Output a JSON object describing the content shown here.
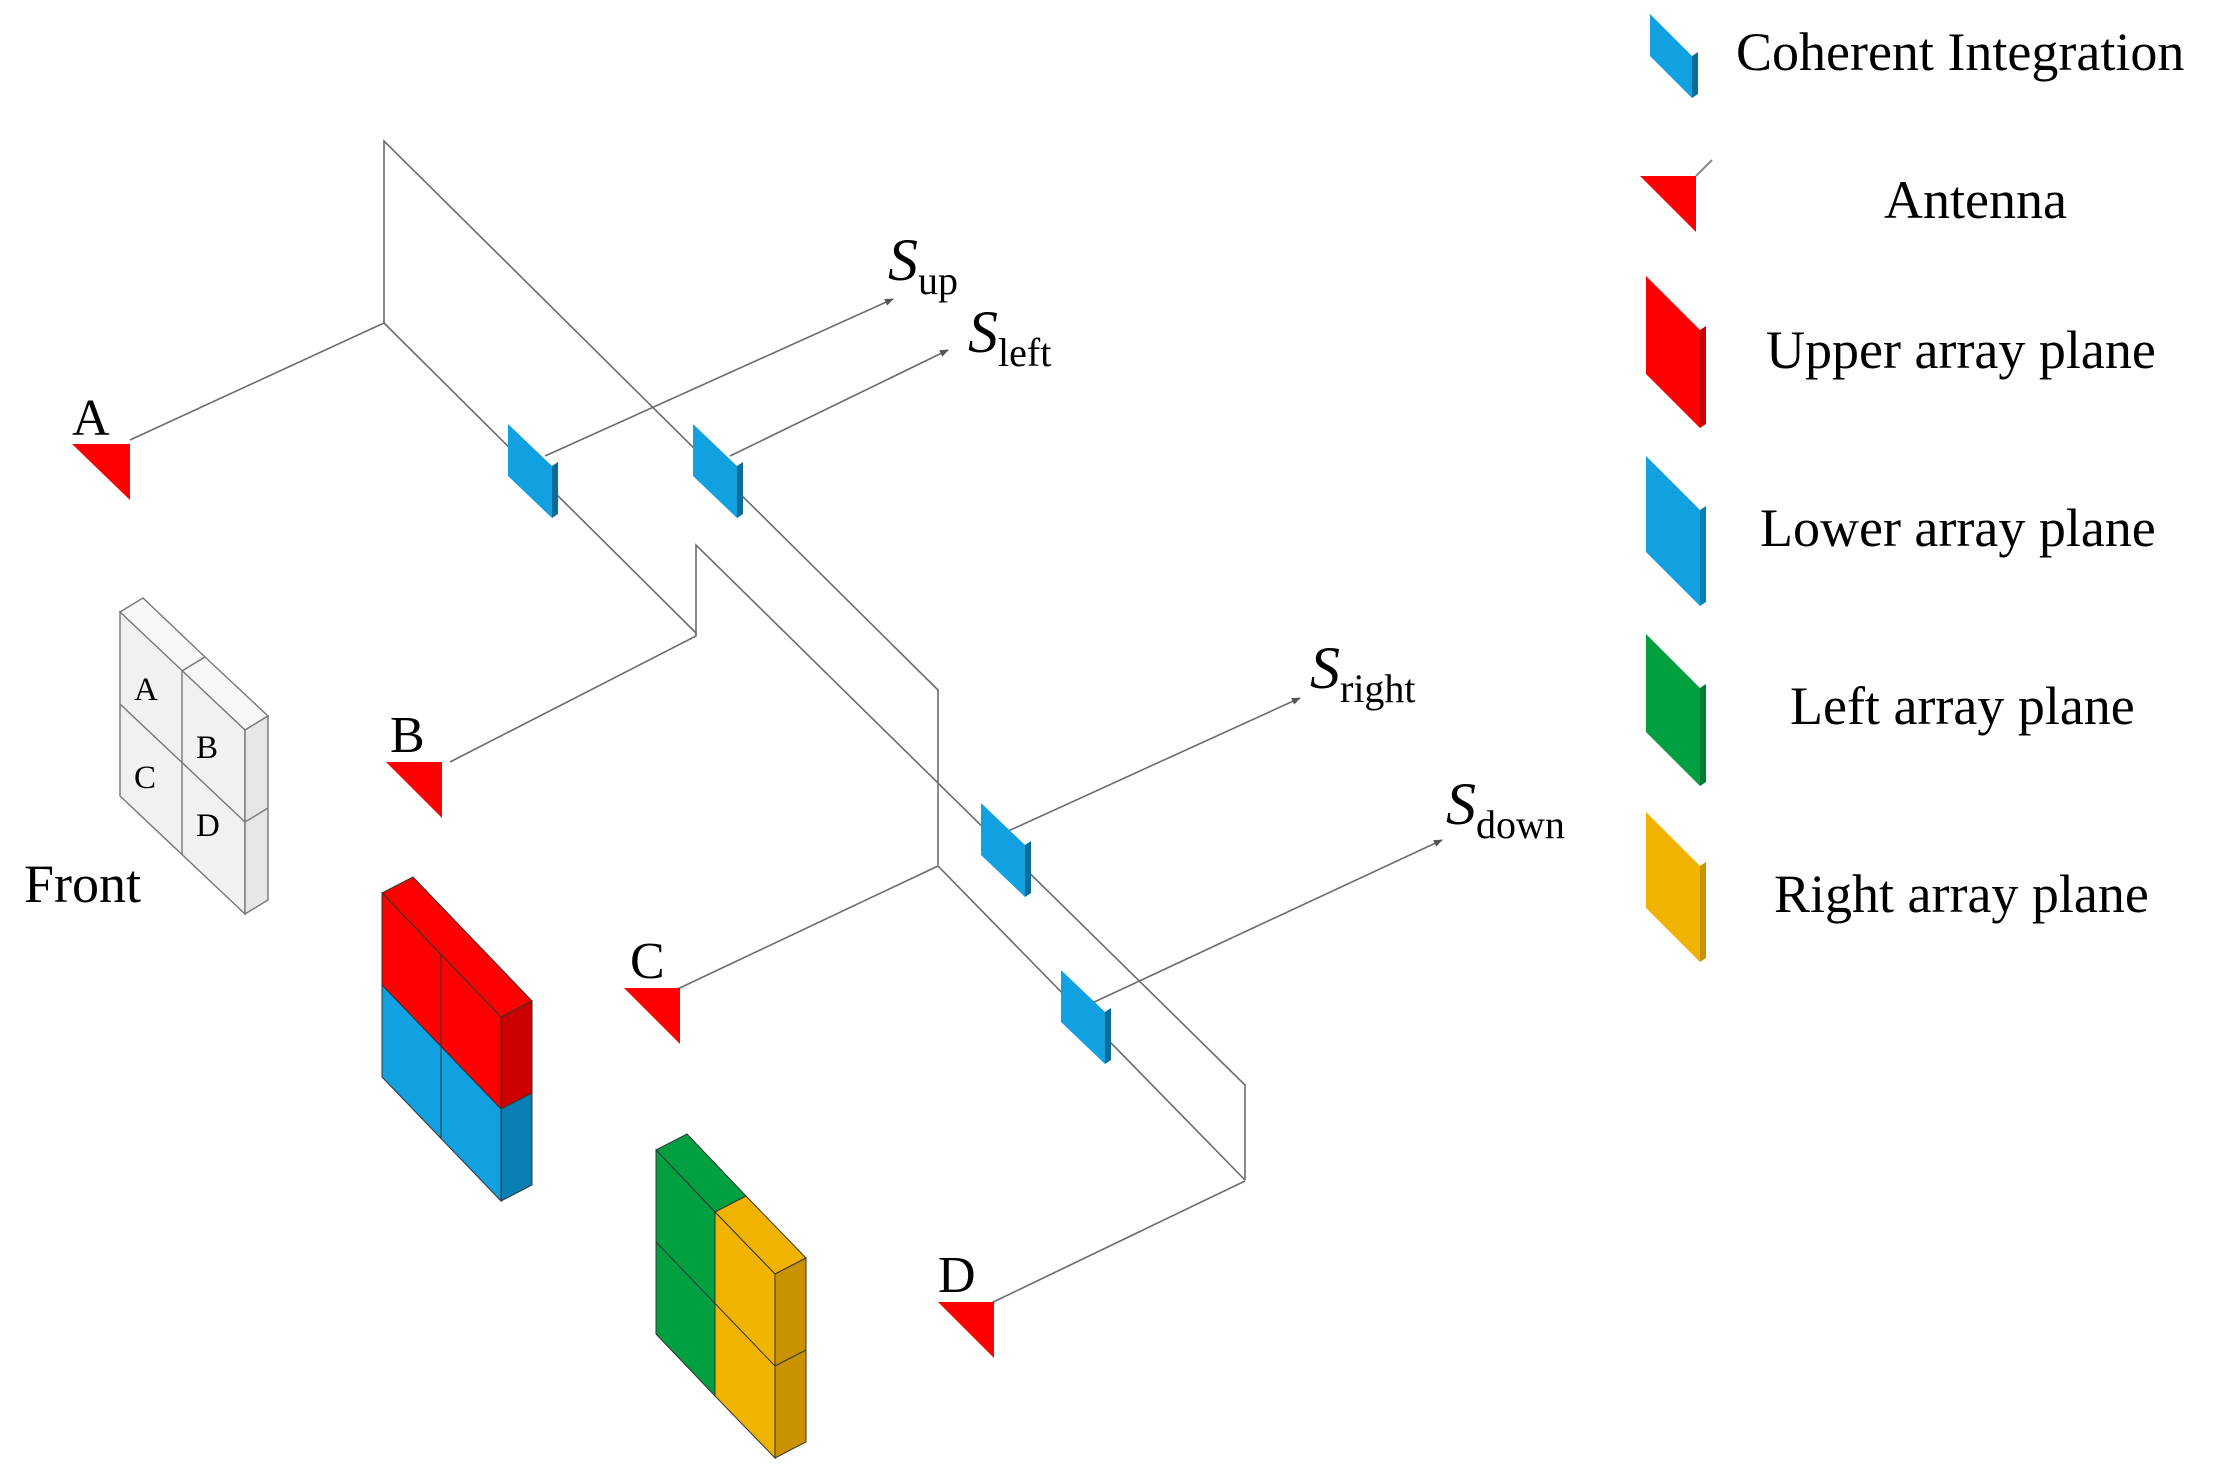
{
  "colors": {
    "antenna": "#ff0000",
    "integration": "#11a0e0",
    "upper": "#ff0000",
    "lower": "#11a0e0",
    "left": "#00a040",
    "right": "#f0b400",
    "wire": "#6b6b6b"
  },
  "legend": {
    "coherent_integration": "Coherent Integration",
    "antenna": "Antenna",
    "upper_array_plane": "Upper array plane",
    "lower_array_plane": "Lower array plane",
    "left_array_plane": "Left array plane",
    "right_array_plane": "Right array plane"
  },
  "ports": {
    "a": "A",
    "b": "B",
    "c": "C",
    "d": "D"
  },
  "outputs": {
    "up": {
      "symbol": "S",
      "sub": "up"
    },
    "left": {
      "symbol": "S",
      "sub": "left"
    },
    "right": {
      "symbol": "S",
      "sub": "right"
    },
    "down": {
      "symbol": "S",
      "sub": "down"
    }
  },
  "front_view": {
    "label": "Front",
    "cells": {
      "a": "A",
      "b": "B",
      "c": "C",
      "d": "D"
    }
  }
}
